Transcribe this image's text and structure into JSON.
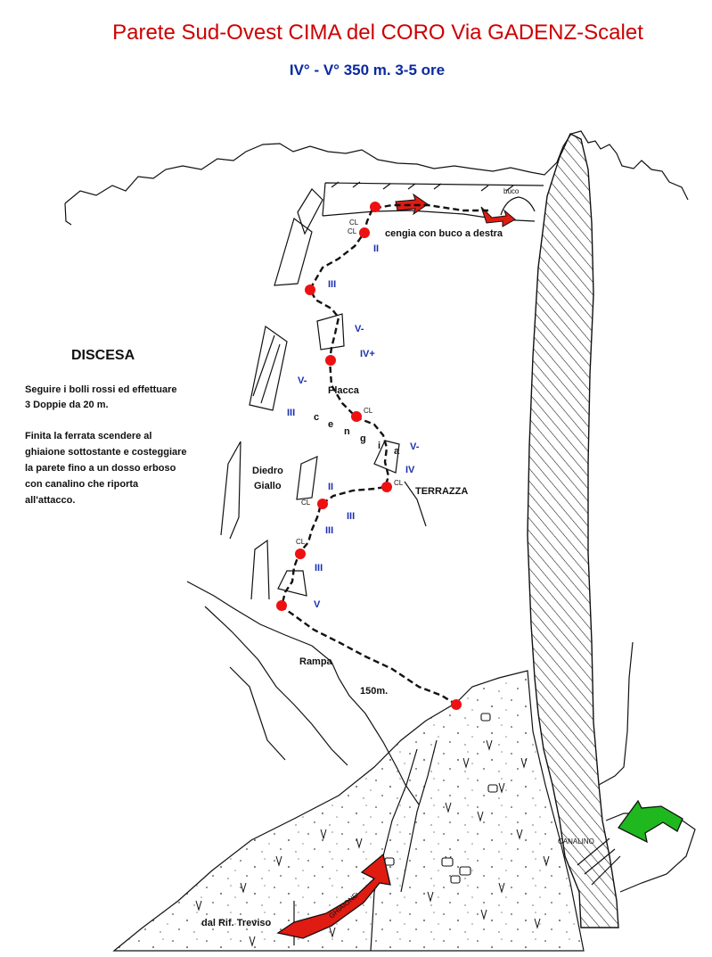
{
  "header": {
    "title": "Parete Sud-Ovest  CIMA del CORO   Via GADENZ-Scalet",
    "subtitle": "IV° - V°   350 m.   3-5 ore"
  },
  "descent": {
    "title": "DISCESA",
    "lines": [
      "Seguire i bolli rossi ed effettuare",
      "3 Doppie da 20 m.",
      "",
      "Finita la ferrata scendere al",
      "ghiaione sottostante e costeggiare",
      "la parete fino a un dosso erboso",
      "con canalino che riporta",
      "all'attacco."
    ]
  },
  "labels": {
    "cengia": "cengia con buco a destra",
    "buco": "buco",
    "placca": "Placca",
    "cengia_letters": [
      "c",
      "e",
      "n",
      "g",
      "i",
      "a"
    ],
    "diedro_1": "Diedro",
    "diedro_2": "Giallo",
    "terrazza": "TERRAZZA",
    "rampa": "Rampa",
    "rampa_len": "150m.",
    "rifugio": "dal Rif. Treviso",
    "canalino": "CANALINO",
    "ghiaione": "GHIAIONE"
  },
  "grades": [
    "II",
    "III",
    "V-",
    "IV+",
    "V-",
    "III",
    "V-",
    "IV",
    "II",
    "III",
    "III",
    "III",
    "V"
  ],
  "belay_markers": [
    "CL",
    "CL",
    "CL",
    "CL",
    "CL",
    "CL"
  ],
  "colors": {
    "title": "#cc0000",
    "subtitle": "#0a2aa0",
    "grade": "#1a2fb0",
    "belay": "#ee1111",
    "arrow_red": "#e01b12",
    "arrow_green": "#1fb81f",
    "ink": "#111111"
  },
  "icons": {
    "approach_arrow": "red-arrow-icon",
    "start_arrow": "green-arrow-icon"
  }
}
